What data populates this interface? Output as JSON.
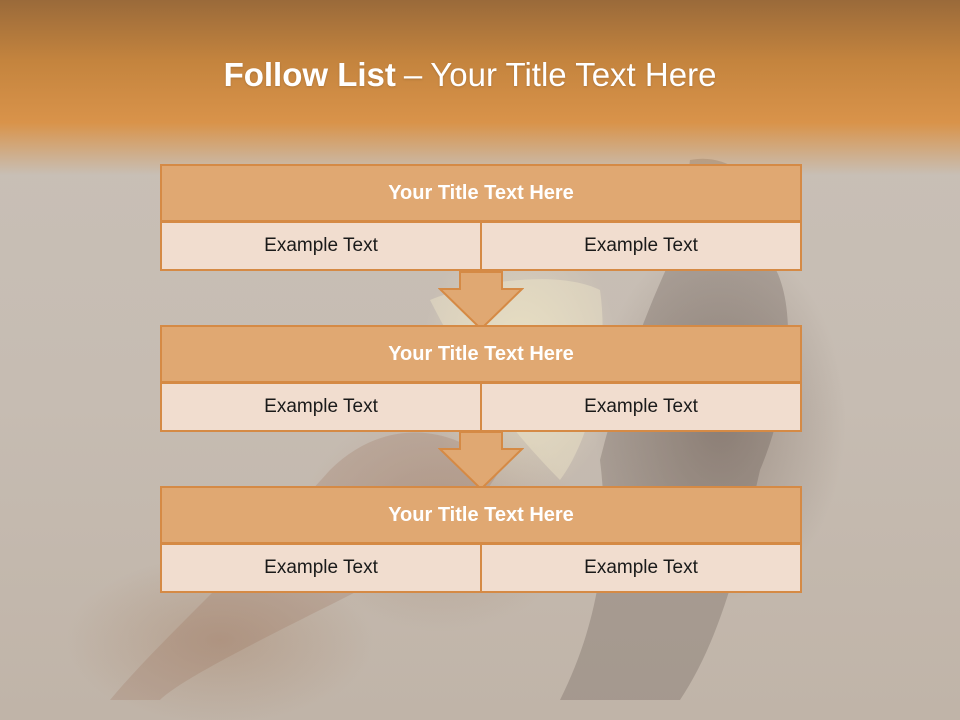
{
  "slide": {
    "title_bold": "Follow List",
    "title_separator": "–",
    "title_rest": "Your Title Text Here"
  },
  "steps": [
    {
      "title": "Your Title Text Here",
      "left": "Example Text",
      "right": "Example Text"
    },
    {
      "title": "Your Title Text Here",
      "left": "Example Text",
      "right": "Example Text"
    },
    {
      "title": "Your Title Text Here",
      "left": "Example Text",
      "right": "Example Text"
    }
  ],
  "colors": {
    "accent": "#d58a45",
    "title_fill": "#e0a872",
    "cell_fill": "#f1ddcf",
    "header_band": "#d9934a"
  }
}
